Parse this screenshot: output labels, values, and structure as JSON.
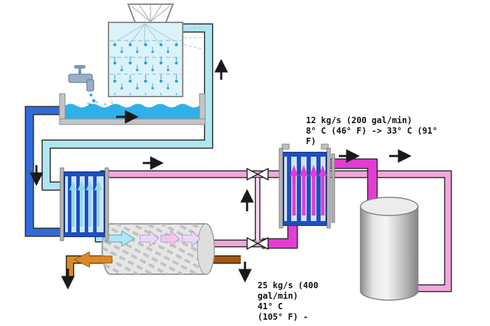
{
  "annotations": {
    "hx": {
      "l1": "12 kg/s (200 gal/min)",
      "l2": "8° C (46° F) -> 33° C (91°",
      "l3": "F)"
    },
    "chiller": {
      "l1": "25 kg/s (400",
      "l2": "gal/min)",
      "l3": "41° C",
      "l4": "(105° F) -"
    }
  },
  "colors": {
    "pipe_cool_cyan": "#aee6f2",
    "pipe_tower_blue": "#2f6bd8",
    "pipe_condenser_pink": "#f2a6da",
    "pipe_hot_magenta": "#e23cd2",
    "pipe_refrigerant_brown": "#a8560e",
    "arrow_orange": "#dc8a28",
    "water_blue": "#2fb0e8",
    "hx_plate_blue": "#1d4fc0",
    "arrow_black": "#1a1a1a",
    "lavender_arrow": "#e8d8f6"
  }
}
